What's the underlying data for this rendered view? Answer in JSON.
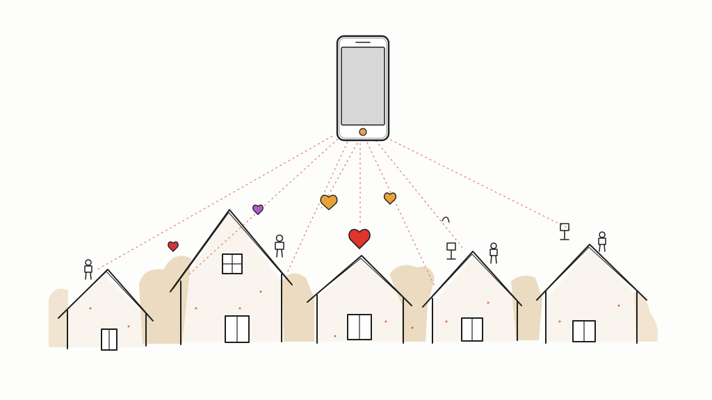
{
  "scene": {
    "background": "#fdfdfc",
    "ink": "#1e1e1e",
    "wash": "#e9d6b6",
    "connection_line": "#e07a6a",
    "phone": {
      "icon": "smartphone-icon",
      "screen_color": "#d7d7d7",
      "button_color": "#e2a35a"
    },
    "houses": [
      {
        "icon": "house-icon",
        "size": "small"
      },
      {
        "icon": "house-icon",
        "size": "large"
      },
      {
        "icon": "house-icon",
        "size": "medium"
      },
      {
        "icon": "house-icon",
        "size": "medium"
      },
      {
        "icon": "house-icon",
        "size": "medium"
      }
    ],
    "hearts": [
      {
        "icon": "heart-icon",
        "color": "#d8343a"
      },
      {
        "icon": "heart-icon",
        "color": "#b35ac9"
      },
      {
        "icon": "heart-icon",
        "color": "#e8a23a"
      },
      {
        "icon": "heart-icon",
        "color": "#e0342e"
      },
      {
        "icon": "heart-icon",
        "color": "#e8a23a"
      }
    ],
    "people": [
      {
        "icon": "person-icon"
      },
      {
        "icon": "person-icon"
      },
      {
        "icon": "person-icon"
      },
      {
        "icon": "person-icon"
      },
      {
        "icon": "person-icon"
      },
      {
        "icon": "person-icon"
      },
      {
        "icon": "person-icon"
      }
    ]
  }
}
